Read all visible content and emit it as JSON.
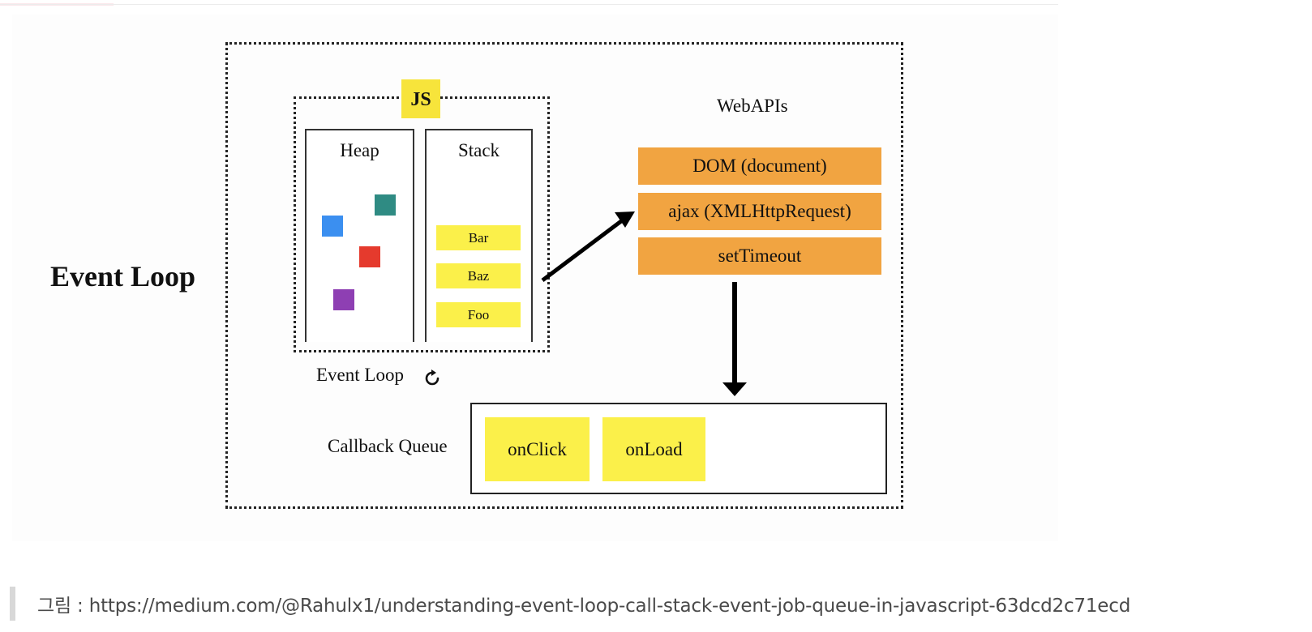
{
  "diagram": {
    "title": "Event Loop",
    "js_badge": "JS",
    "heap": {
      "label": "Heap"
    },
    "stack": {
      "label": "Stack",
      "frames": [
        "Bar",
        "Baz",
        "Foo"
      ]
    },
    "webapis": {
      "label": "WebAPIs",
      "items": [
        "DOM (document)",
        "ajax (XMLHttpRequest)",
        "setTimeout"
      ]
    },
    "event_loop_label": "Event Loop",
    "callback_queue": {
      "label": "Callback Queue",
      "items": [
        "onClick",
        "onLoad"
      ]
    }
  },
  "caption": {
    "text": "그림 : https://medium.com/@Rahulx1/understanding-event-loop-call-stack-event-job-queue-in-javascript-63dcd2c71ecd"
  },
  "colors": {
    "js_badge": "#f7e43b",
    "stack_frame": "#fbf04a",
    "webapi": "#f1a441",
    "heap_teal": "#2f8b83",
    "heap_blue": "#3b8ff0",
    "heap_red": "#e53a2d",
    "heap_purple": "#8e3fb3"
  },
  "icons": {
    "event_loop": "refresh-icon"
  }
}
